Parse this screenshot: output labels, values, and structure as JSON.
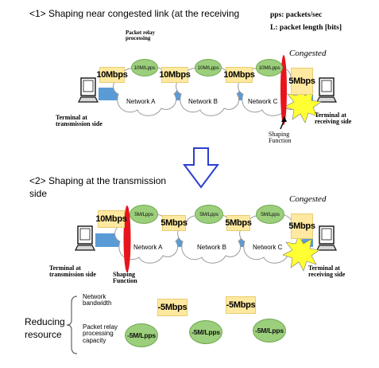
{
  "section1": {
    "title": "<1>  Shaping near congested link (at the receiving",
    "legend_pps": "pps: packets/sec",
    "legend_L": "L: packet length [bits]",
    "relay_label": "Packet relay processing",
    "congested": "Congested",
    "links": [
      "10Mbps",
      "10Mbps",
      "10Mbps",
      "5Mbps"
    ],
    "relay_values": [
      "10M/Lpps",
      "10M/Lpps",
      "10M/Lpps"
    ],
    "networks": [
      "Network A",
      "Network B",
      "Network C"
    ],
    "terminal_tx": "Terminal at transmission side",
    "terminal_rx": "Terminal at receiving side",
    "shaping": "Shaping Function"
  },
  "section2": {
    "title_line1": "<2>  Shaping at the transmission",
    "title_line2": "side",
    "congested": "Congested",
    "links": [
      "10Mbps",
      "5Mbps",
      "5Mbps",
      "5Mbps"
    ],
    "relay_values": [
      "5M/Lpps",
      "5M/Lpps",
      "5M/Lpps"
    ],
    "networks": [
      "Network A",
      "Network B",
      "Network C"
    ],
    "terminal_tx": "Terminal at transmission side",
    "terminal_rx": "Terminal at receiving side",
    "shaping": "Shaping Function"
  },
  "reducing": {
    "label_line1": "Reducing",
    "label_line2": "resource",
    "bandwidth_label": "Network bandwidth",
    "processing_label": "Packet relay processing capacity",
    "bandwidth_values": [
      "-5Mbps",
      "-5Mbps"
    ],
    "processing_values": [
      "-5M/Lpps",
      "-5M/Lpps",
      "-5M/Lpps"
    ]
  },
  "colors": {
    "link": "#5b9bd5",
    "link_fill": "#5b9bd5",
    "yellow": "#ffe9a0",
    "green": "#9ccf7c",
    "shaping": "#e8141c",
    "burst": "#ffff33",
    "arrow": "#2a3fd0"
  }
}
